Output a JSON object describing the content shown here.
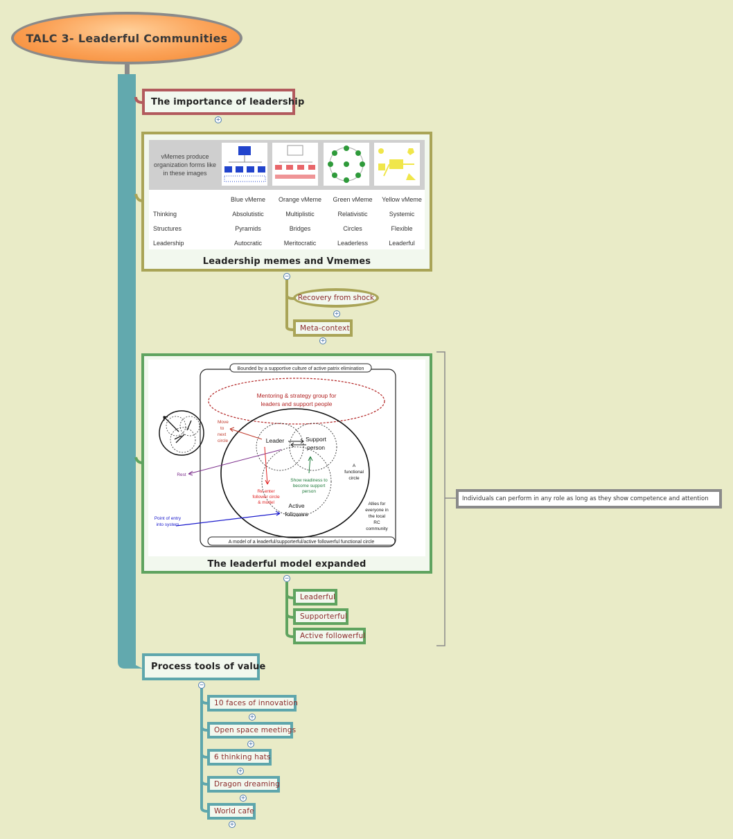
{
  "root": {
    "title": "TALC 3- Leaderful Communities"
  },
  "topics": {
    "importance": "The importance of leadership",
    "memes": "Leadership memes and Vmemes",
    "recovery": "Recovery from shock",
    "meta": "Meta-context",
    "model": "The leaderful model expanded",
    "leaderful": "Leaderful",
    "supporterful": "Supporterful",
    "active": "Active followerful",
    "process": "Process tools of value",
    "tools": [
      "10 faces of innovation",
      "Open space meetings",
      "6 thinking hats",
      "Dragon dreaming",
      "World cafe"
    ]
  },
  "callout": "Individuals can perform in any role as long as they show competence and attention",
  "vmeme_image": {
    "intro": "vMemes produce organization forms like in these images",
    "columns": [
      "Blue vMeme",
      "Orange vMeme",
      "Green vMeme",
      "Yellow vMeme"
    ],
    "rows": [
      {
        "label": "Thinking",
        "cells": [
          "Absolutistic",
          "Multiplistic",
          "Relativistic",
          "Systemic"
        ]
      },
      {
        "label": "Structures",
        "cells": [
          "Pyramids",
          "Bridges",
          "Circles",
          "Flexible"
        ]
      },
      {
        "label": "Leadership",
        "cells": [
          "Autocratic",
          "Meritocratic",
          "Leaderless",
          "Leaderful"
        ]
      }
    ]
  },
  "model_image": {
    "banner_top": "Bounded by a supportive culture of active patrix elimination",
    "banner_bottom": "A model of a leaderful/supporterful/active followerful functional circle",
    "mentoring": [
      "Mentoring & strategy group for",
      "leaders and support people"
    ],
    "leader": "Leader",
    "support": [
      "Support",
      "person"
    ],
    "active": [
      "Active",
      "followers"
    ],
    "move": [
      "Move",
      "to",
      "next",
      "circle"
    ],
    "rest": "Rest",
    "reenter": [
      "Re-enter",
      "follower circle",
      "& model"
    ],
    "readiness": [
      "Show readiness to",
      "become support",
      "person"
    ],
    "functional": [
      "A",
      "functional",
      "circle"
    ],
    "allies": [
      "Allies for",
      "everyone in",
      "the local",
      "RC",
      "community"
    ],
    "entry": [
      "Point of entry",
      "into system"
    ]
  },
  "colors": {
    "background": "#e9ebc7",
    "trunk": "#62a9ae",
    "importance_border": "#b25a5d",
    "memes_border": "#a9a457",
    "model_border": "#5fa35f",
    "process_border": "#5ea6ac",
    "root_fill": "#f99a4a"
  }
}
